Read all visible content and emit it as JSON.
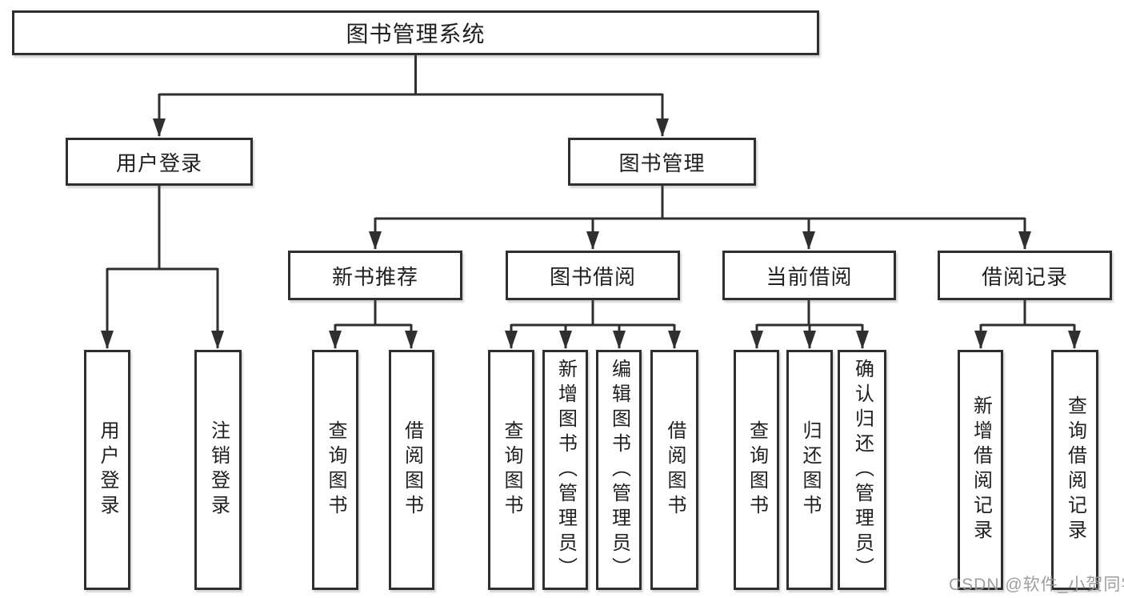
{
  "diagram_title": "图书管理系统",
  "tree": {
    "root": {
      "label": "图书管理系统"
    },
    "branches": [
      {
        "label": "用户登录",
        "children": [
          {
            "label": "用户登录"
          },
          {
            "label": "注销登录"
          }
        ]
      },
      {
        "label": "图书管理",
        "children": [
          {
            "label": "新书推荐",
            "children": [
              {
                "label": "查询图书"
              },
              {
                "label": "借阅图书"
              }
            ]
          },
          {
            "label": "图书借阅",
            "children": [
              {
                "label": "查询图书"
              },
              {
                "label": "新增图书（管理员）"
              },
              {
                "label": "编辑图书（管理员）"
              },
              {
                "label": "借阅图书"
              }
            ]
          },
          {
            "label": "当前借阅",
            "children": [
              {
                "label": "查询图书"
              },
              {
                "label": "归还图书"
              },
              {
                "label": "确认归还（管理员）"
              }
            ]
          },
          {
            "label": "借阅记录",
            "children": [
              {
                "label": "新增借阅记录"
              },
              {
                "label": "查询借阅记录"
              }
            ]
          }
        ]
      }
    ]
  },
  "watermark": {
    "text": "CSDN @软件_小贺同学"
  },
  "colors": {
    "line": "#2f2f2f",
    "box_border": "#2f2f2f",
    "box_background": "#ffffff",
    "text": "#202020",
    "watermark": "#969696",
    "canvas_background": "#ffffff"
  }
}
